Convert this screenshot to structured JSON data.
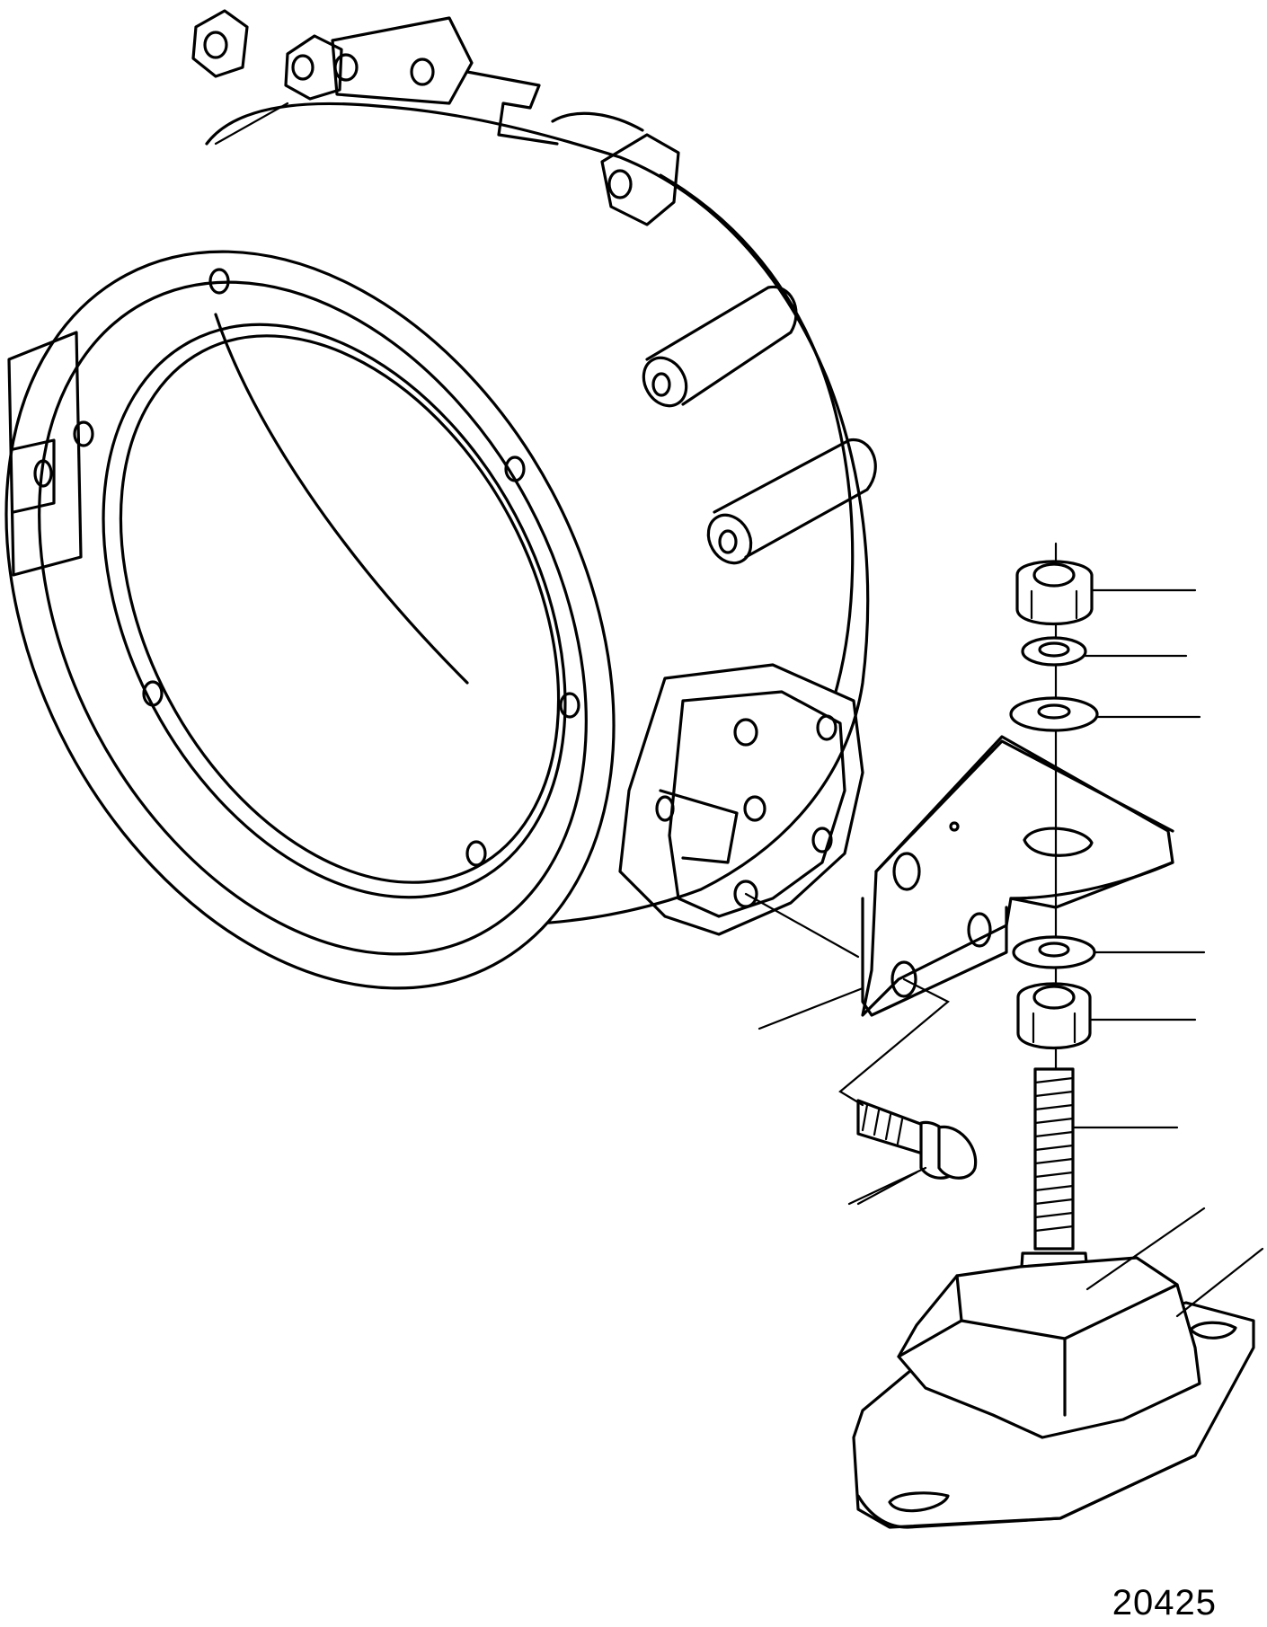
{
  "drawing_number": "20425",
  "callouts": [
    "nut-top",
    "spring-washer-top",
    "flat-washer-top",
    "mounting-bracket",
    "flat-washer-bottom",
    "nut-bottom",
    "stud",
    "adjusting-nut",
    "rubber-mount",
    "flange-bolt"
  ]
}
